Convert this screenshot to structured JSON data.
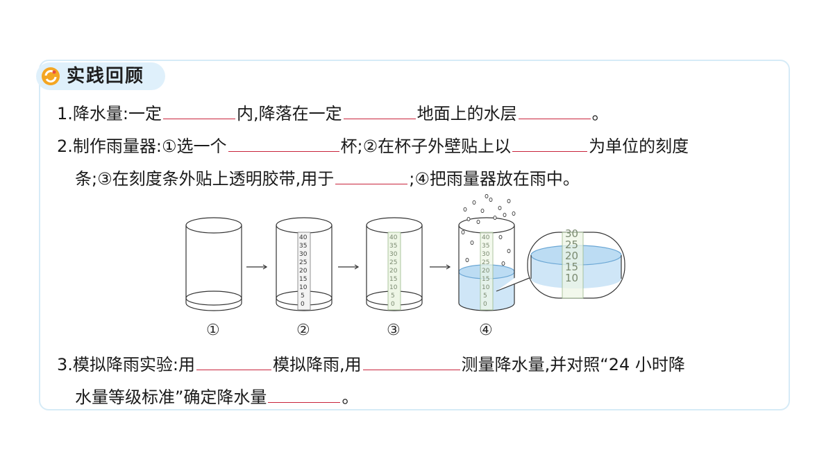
{
  "section": {
    "title": "实践回顾"
  },
  "q1": {
    "num": "1.",
    "parts": [
      "降水量:一定",
      "内,降落在一定",
      "地面上的水层",
      "。"
    ]
  },
  "q2": {
    "num": "2.",
    "line1": [
      "制作雨量器:①选一个",
      "杯;②在杯子外壁贴上以",
      "为单位的刻度"
    ],
    "line2": [
      "条;③在刻度条外贴上透明胶带,用于",
      ";④把雨量器放在雨中。"
    ]
  },
  "figure": {
    "step_labels": [
      "①",
      "②",
      "③",
      "④"
    ],
    "scale_ticks": [
      "40",
      "35",
      "30",
      "25",
      "20",
      "15",
      "10",
      "5",
      "0"
    ],
    "zoom_ticks": [
      "30",
      "25",
      "20",
      "15",
      "10"
    ]
  },
  "q3": {
    "num": "3.",
    "line1": [
      "模拟降雨实验:用",
      "模拟降雨,用",
      "测量降水量,并对照“24 小时降"
    ],
    "line2": [
      "水量等级标准”确定降水量",
      "。"
    ]
  },
  "colors": {
    "accent": "#c8223a",
    "panel_border": "#d6ebf7",
    "water": "#cfe6f7"
  }
}
